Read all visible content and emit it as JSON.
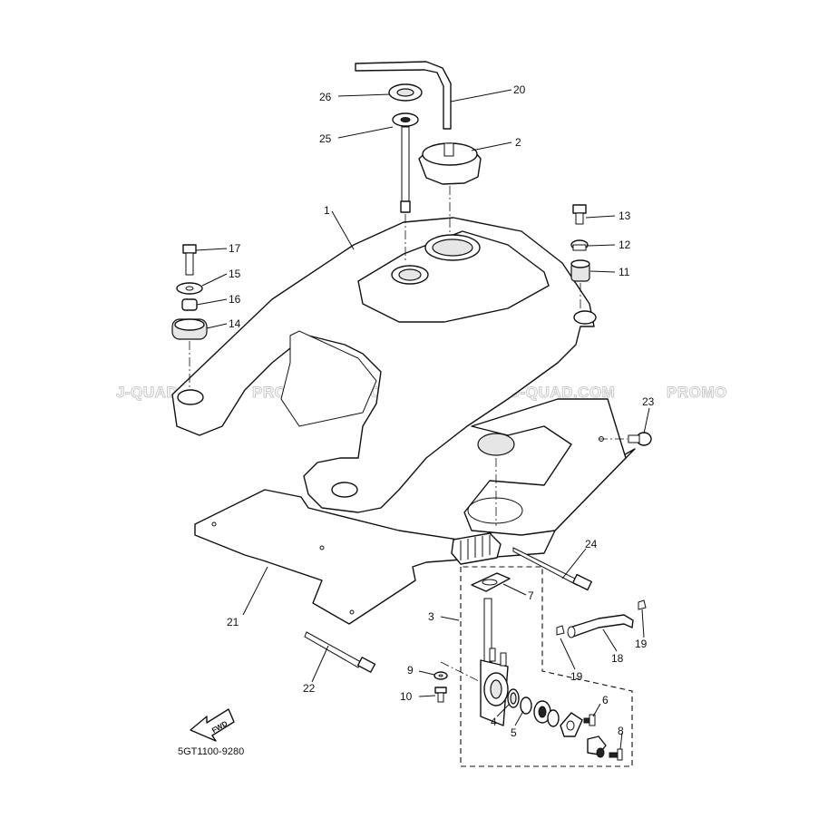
{
  "watermark": {
    "segments": [
      "J-QUAD.COM",
      "PROMO-QUAD.COM",
      "PROMO-QUAD.COM",
      "PROMO"
    ]
  },
  "reference_code": "5GT1100-9280",
  "fwd_label": "FWD",
  "callouts": [
    {
      "id": "c1",
      "label": "1"
    },
    {
      "id": "c2",
      "label": "2"
    },
    {
      "id": "c3",
      "label": "3"
    },
    {
      "id": "c4",
      "label": "4"
    },
    {
      "id": "c5",
      "label": "5"
    },
    {
      "id": "c6",
      "label": "6"
    },
    {
      "id": "c7",
      "label": "7"
    },
    {
      "id": "c8",
      "label": "8"
    },
    {
      "id": "c9",
      "label": "9"
    },
    {
      "id": "c10",
      "label": "10"
    },
    {
      "id": "c11",
      "label": "11"
    },
    {
      "id": "c12",
      "label": "12"
    },
    {
      "id": "c13",
      "label": "13"
    },
    {
      "id": "c14",
      "label": "14"
    },
    {
      "id": "c15",
      "label": "15"
    },
    {
      "id": "c16",
      "label": "16"
    },
    {
      "id": "c17",
      "label": "17"
    },
    {
      "id": "c18",
      "label": "18"
    },
    {
      "id": "c19a",
      "label": "19"
    },
    {
      "id": "c19b",
      "label": "19"
    },
    {
      "id": "c20",
      "label": "20"
    },
    {
      "id": "c21",
      "label": "21"
    },
    {
      "id": "c22",
      "label": "22"
    },
    {
      "id": "c23",
      "label": "23"
    },
    {
      "id": "c24",
      "label": "24"
    },
    {
      "id": "c25",
      "label": "25"
    },
    {
      "id": "c26",
      "label": "26"
    }
  ]
}
